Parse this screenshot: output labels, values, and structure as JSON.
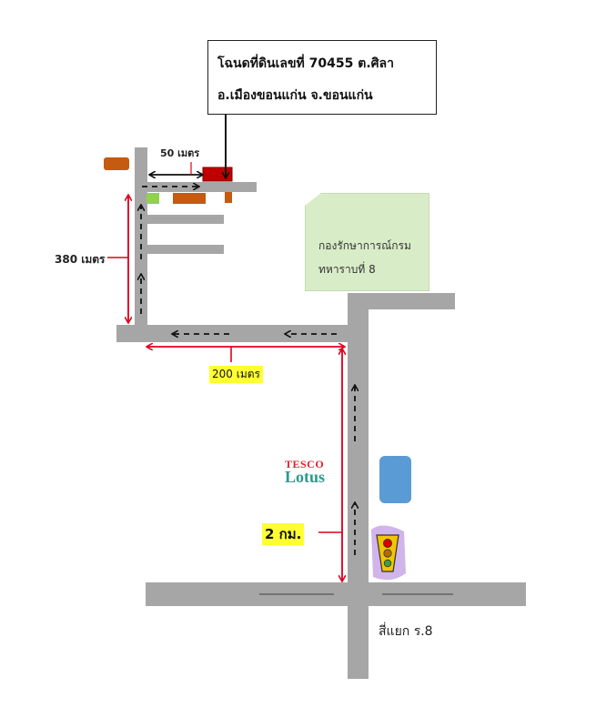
{
  "address": {
    "line1": "โฉนดที่ดินเลขที่ 70455  ต.ศิลา",
    "line2": "อ.เมืองขอนแก่น จ.ขอนแก่น"
  },
  "distances": {
    "short": "50 เมตร",
    "vertical": "380 เมตร",
    "horizontal": "200 เมตร",
    "main": "2  กม."
  },
  "landmarks": {
    "camp_line1": "กองรักษาการณ์กรม",
    "camp_line2": "ทหาราบที่ 8",
    "store_brand_top": "TESCO",
    "store_brand_bottom": "Lotus",
    "intersection": "สี่แยก ร.8"
  },
  "colors": {
    "road": "#a6a6a6",
    "distance_arrow": "#e0001b",
    "highlight": "#ffff33",
    "camp_area": "#d9ecc8",
    "building_orange": "#c55a11",
    "building_green": "#92d050",
    "building_blue": "#5b9bd5",
    "target_plot": "#c00000"
  },
  "icons": [
    "traffic-light-icon",
    "direction-arrow-icon"
  ]
}
